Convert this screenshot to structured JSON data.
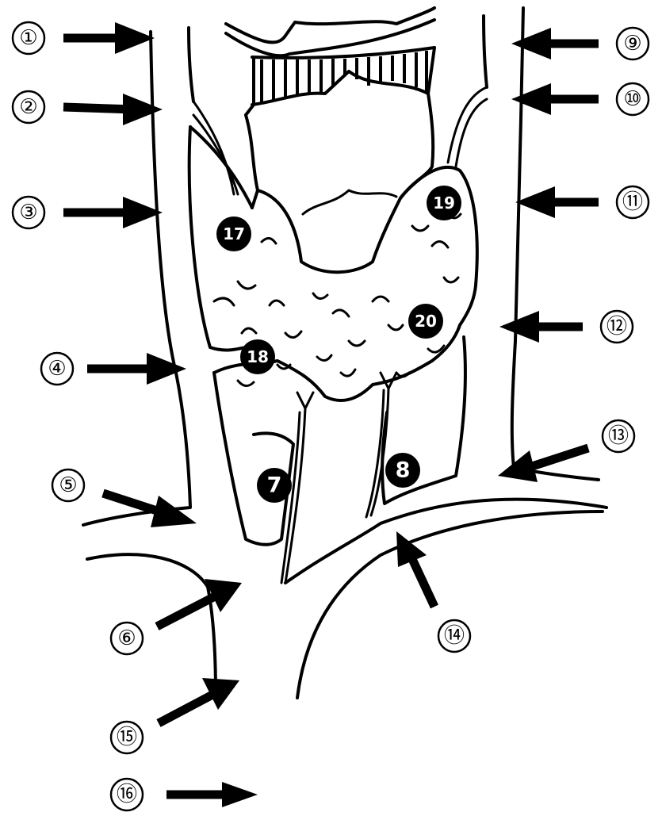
{
  "labels": [
    {
      "id": "1",
      "text": "①"
    },
    {
      "id": "2",
      "text": "②"
    },
    {
      "id": "3",
      "text": "③"
    },
    {
      "id": "4",
      "text": "④"
    },
    {
      "id": "5",
      "text": "⑤"
    },
    {
      "id": "6",
      "text": "⑥"
    },
    {
      "id": "9",
      "text": "⑨"
    },
    {
      "id": "10",
      "text": "⑩"
    },
    {
      "id": "11",
      "text": "⑪"
    },
    {
      "id": "12",
      "text": "⑫"
    },
    {
      "id": "13",
      "text": "⑬"
    },
    {
      "id": "14",
      "text": "⑭"
    },
    {
      "id": "15",
      "text": "⑮"
    },
    {
      "id": "16",
      "text": "⑯"
    }
  ],
  "markers": [
    {
      "id": "7",
      "text": "7"
    },
    {
      "id": "8",
      "text": "8"
    },
    {
      "id": "17",
      "text": "17"
    },
    {
      "id": "18",
      "text": "18"
    },
    {
      "id": "19",
      "text": "19"
    },
    {
      "id": "20",
      "text": "20"
    }
  ]
}
